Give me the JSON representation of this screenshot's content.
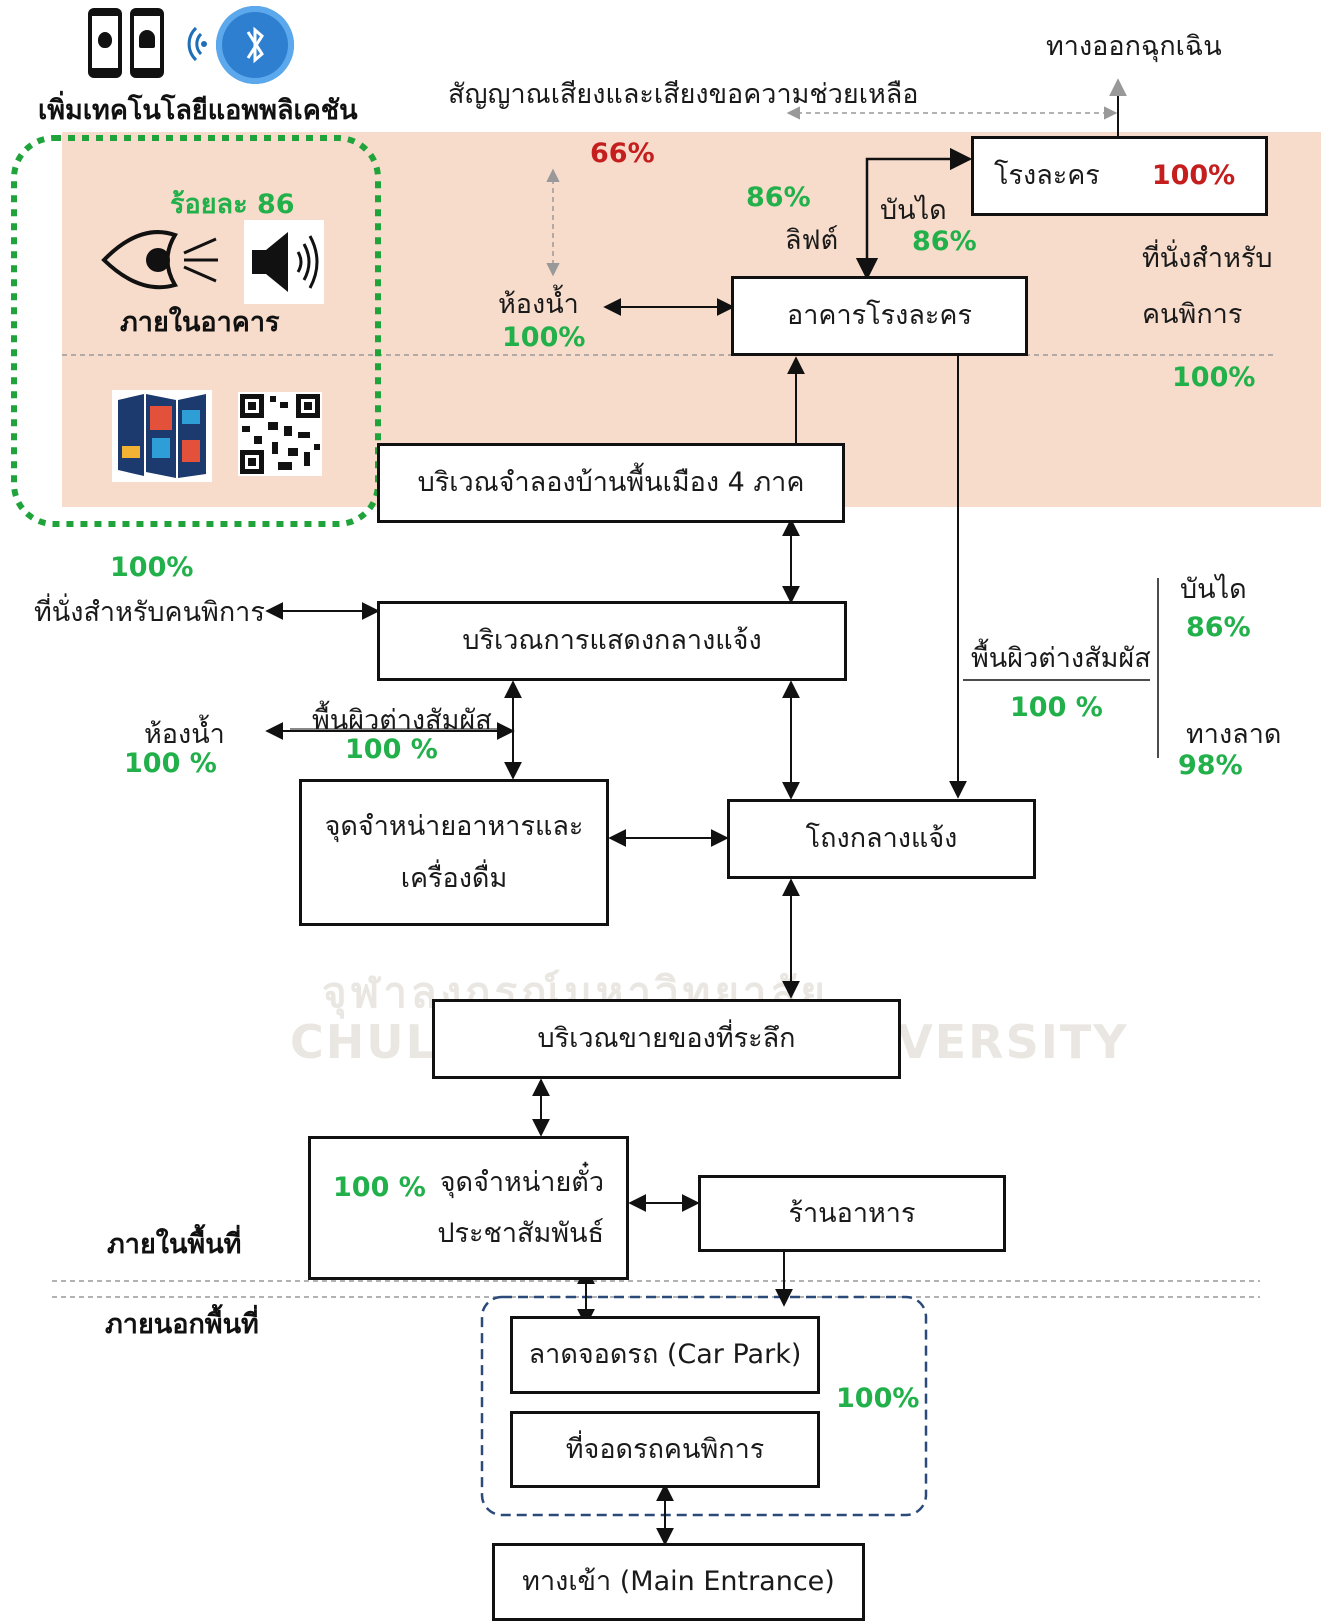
{
  "app_banner": {
    "title": "เพิ่มเทคโนโลยีแอพพลิเคชัน",
    "icons": [
      "apple-phone-icon",
      "android-phone-icon",
      "wireless-signal-icon",
      "bluetooth-icon"
    ]
  },
  "top_labels": {
    "emergency_exit": "ทางออกฉุกเฉิน",
    "sound_signal": "สัญญาณเสียงและเสียงขอความช่วยเหลือ"
  },
  "indoor_panel": {
    "percent": "ร้อยละ 86",
    "caption": "ภายในอาคาร",
    "icons": [
      "eye-icon",
      "speaker-icon",
      "brochure-icon",
      "qr-code-icon"
    ]
  },
  "nodes": {
    "theater": "โรงละคร",
    "theater_building": "อาคารโรงละคร",
    "house_model": "บริเวณจำลองบ้านพื้นเมือง 4 ภาค",
    "outdoor_show": "บริเวณการแสดงกลางแจ้ง",
    "food_stall_l1": "จุดจำหน่ายอาหารและ",
    "food_stall_l2": "เครื่องดื่ม",
    "open_hall": "โถงกลางแจ้ง",
    "souvenir": "บริเวณขายของที่ระลึก",
    "ticket_l1": "จุดจำหน่ายตั๋ว",
    "ticket_l2": "ประชาสัมพันธ์",
    "restaurant": "ร้านอาหาร",
    "car_park": "ลาดจอดรถ (Car Park)",
    "disabled_parking": "ที่จอดรถคนพิการ",
    "main_entrance": "ทางเข้า (Main Entrance)"
  },
  "labels": {
    "pct_66": "66%",
    "pct_theater": "100%",
    "pct_lift": "86%",
    "lift": "ลิฟต์",
    "stairs_top": "บันได",
    "pct_stairs_top": "86%",
    "seat_top_l1": "ที่นั่งสำหรับ",
    "seat_top_l2": "คนพิการ",
    "pct_seat_top": "100%",
    "restroom_top": "ห้องน้ำ",
    "pct_restroom_top": "100%",
    "pct_seat_left": "100%",
    "seat_left": "ที่นั่งสำหรับคนพิการ",
    "restroom_left": "ห้องน้ำ",
    "pct_restroom_left": "100 %",
    "tactile_mid": "พื้นผิวต่างสัมผัส",
    "pct_tactile_mid": "100 %",
    "tactile_right": "พื้นผิวต่างสัมผัส",
    "pct_tactile_right": "100 %",
    "stairs_right": "บันได",
    "pct_stairs_right": "86%",
    "ramp_right": "ทางลาด",
    "pct_ramp_right": "98%",
    "pct_ticket": "100 %",
    "pct_parking": "100%",
    "inside_area": "ภายในพื้นที่",
    "outside_area": "ภายนอกพื้นที่"
  },
  "watermark": {
    "thai": "จุฬาลงกรณ์มหาวิทยาลัย",
    "english": "CHULALONGKORN UNIVERSITY"
  },
  "colors": {
    "band": "#f8dccb",
    "green": "#22b04b",
    "red": "#c41e1e",
    "green_dash": "#1fa33a",
    "blue_dash": "#2b4a7a"
  }
}
